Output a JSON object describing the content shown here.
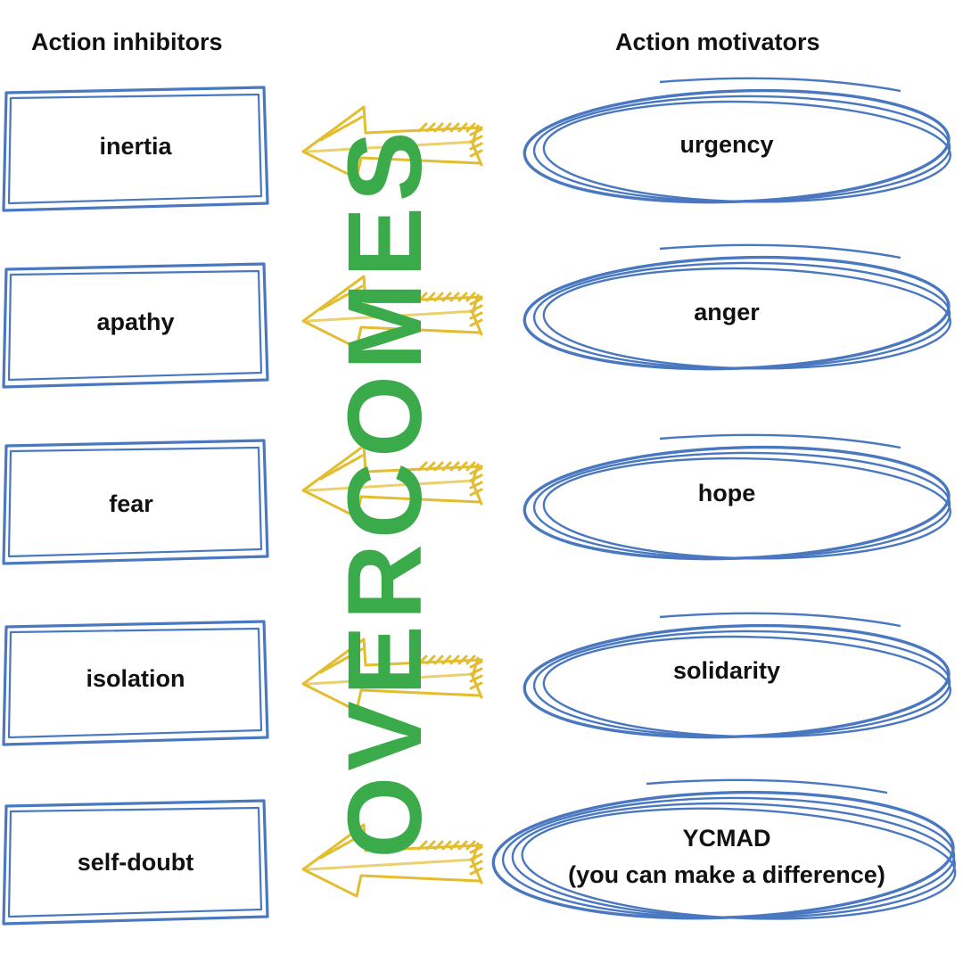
{
  "headings": {
    "inhibitors": "Action inhibitors",
    "motivators": "Action motivators"
  },
  "inhibitors": [
    "inertia",
    "apathy",
    "fear",
    "isolation",
    "self-doubt"
  ],
  "motivators": [
    [
      "urgency"
    ],
    [
      "anger"
    ],
    [
      "hope"
    ],
    [
      "solidarity"
    ],
    [
      "YCMAD",
      "(you can make a difference)"
    ]
  ],
  "center_word": "OVERCOMES",
  "colors": {
    "box_stroke": "#4a78c0",
    "ellipse_stroke": "#4a78c0",
    "arrow_stroke": "#e3bd2f",
    "center_word": "#3aaa4a",
    "text": "#111111"
  },
  "icons": [
    "hand-drawn-box",
    "hand-drawn-ellipse",
    "sketched-arrow-left"
  ]
}
